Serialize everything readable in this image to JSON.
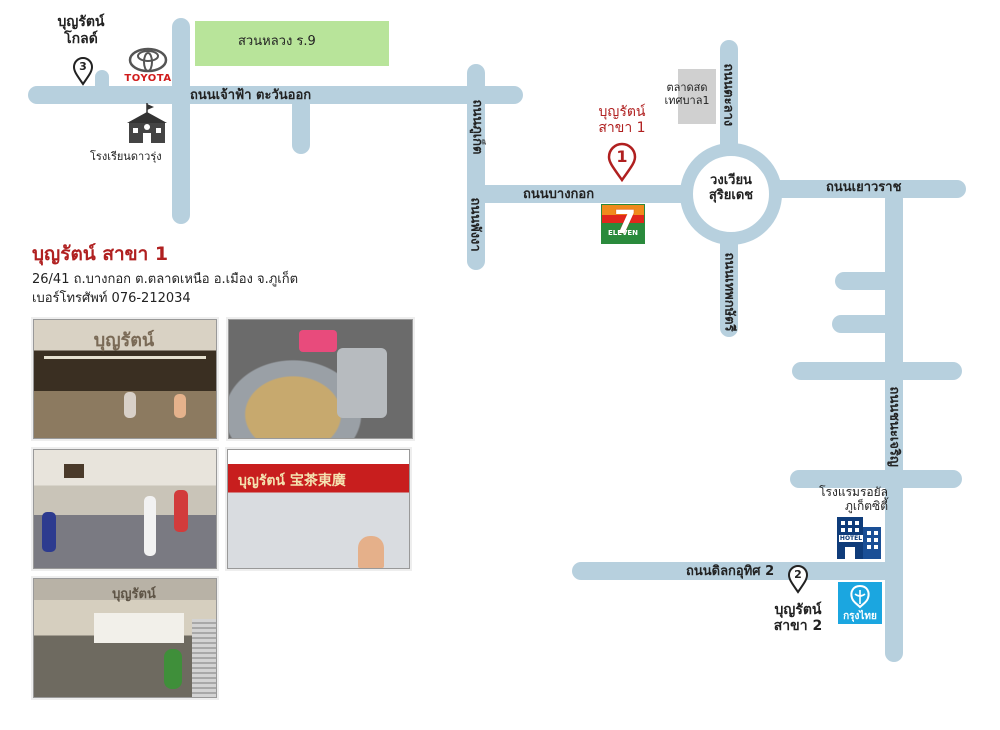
{
  "roads": {
    "chaofa_east": "ถนนเจ้าฟ้า ตะวันออก",
    "phuket_road": "ถนนภูเก็ต",
    "bangkok_road": "ถนนบางกอก",
    "yaowarat_road": "ถนนเยาวราช",
    "talang_road": "ถนนตะลาง",
    "thepkasattri": "ถนนเทพกษัตรี",
    "chanacharoen": "ถนนชนะเจริญ",
    "phangnga_road": "ถนนพังงา",
    "dilok_uthit2": "ถนนดิลกอุทิศ 2"
  },
  "places": {
    "park": "สวนหลวง ร.9",
    "toyota": "TOYOTA",
    "school": "โรงเรียนดาวรุ่ง",
    "roundabout": "วงเวียน\nสุริยเดช",
    "market": "ตลาดสด\nเทศบาล1",
    "seven_eleven": "ELEVEN",
    "hotel": "โรงแรมรอยัล\nภูเก็ตซิตี้",
    "hotel_sign": "HOTEL",
    "bank": "กรุงไทย"
  },
  "branches": {
    "gold": {
      "label": "บุญรัตน์\nโกลด์",
      "num": "3"
    },
    "branch1": {
      "label": "บุญรัตน์\nสาขา 1",
      "num": "1"
    },
    "branch2": {
      "label": "บุญรัตน์\nสาขา 2",
      "num": "2"
    }
  },
  "info": {
    "title": "บุญรัตน์ สาขา 1",
    "address": "26/41 ถ.บางกอก ต.ตลาดเหนือ อ.เมือง จ.ภูเก็ต",
    "phone": "เบอร์โทรศัพท์ 076-212034"
  },
  "photos": {
    "sign_text": "บุญรัตน์",
    "sign_text_red": "บุญรัตน์ 宝茶東廣"
  },
  "colors": {
    "road": "#b7d0de",
    "park": "#b8e49a",
    "accent_red": "#b02020",
    "market": "#d0d0d0",
    "bank": "#1ba6e0"
  }
}
